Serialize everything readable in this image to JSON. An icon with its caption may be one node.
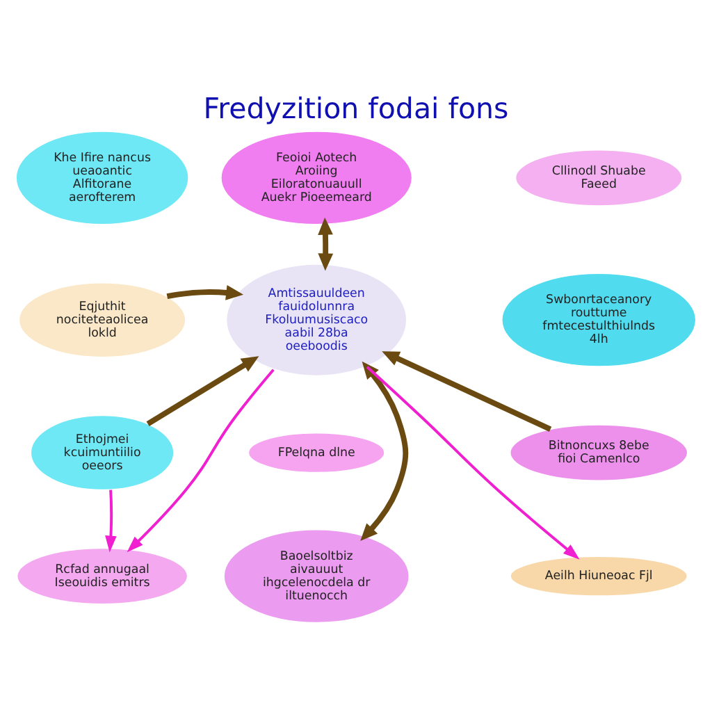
{
  "diagram": {
    "title": "Fredyzition fodai fons",
    "nodes": [
      {
        "text": [
          "Amtissauuldeen fauidolunnra Fkoluumusiscaco aabil 28ba oeeboodis"
        ]
      },
      {
        "text": [
          "Khe Ifire nancus ueaoantic Alfitorane aerofterem"
        ]
      },
      {
        "text": [
          "Feoioi Aotech Aroiing Eiloratonuauull Auekr Pioeemeard"
        ]
      },
      {
        "text": [
          "Cllinodl Shuabe Faeed"
        ]
      },
      {
        "text": [
          "Eqjuthit nociteteaolicea lokld"
        ]
      },
      {
        "text": [
          "Swbonrtaceanory routtume fmtecestulthiulnds 4lh"
        ]
      },
      {
        "text": [
          "FPelqna dlne"
        ]
      },
      {
        "text": [
          "Ethojmei kcuimuntiilio oeeors"
        ]
      },
      {
        "text": [
          "Bitnoncuxs 8ebe fioi Camenlco"
        ]
      },
      {
        "text": [
          "Rcfad annugaal Iseouidis emitrs"
        ]
      },
      {
        "text": [
          "Baoelsoltbiz aivauuut ihgcelenocdela dr iltuenocch"
        ]
      },
      {
        "text": [
          "Aeilh Hiuneoac Fjl"
        ]
      }
    ],
    "edges": [
      {
        "from": 2,
        "to": 0,
        "arrow": "both"
      },
      {
        "from": 4,
        "to": 0,
        "arrow": "to"
      },
      {
        "from": 7,
        "to": 0,
        "arrow": "to"
      },
      {
        "from": 8,
        "to": 0,
        "arrow": "to"
      },
      {
        "from": 0,
        "to": 10,
        "arrow": "both"
      },
      {
        "from": 7,
        "to": 9,
        "arrow": "to",
        "color": "#f020d0"
      },
      {
        "from": 0,
        "to": 9,
        "arrow": "to",
        "color": "#f020d0"
      },
      {
        "from": 0,
        "to": 11,
        "arrow": "to",
        "color": "#f020d0"
      }
    ]
  }
}
